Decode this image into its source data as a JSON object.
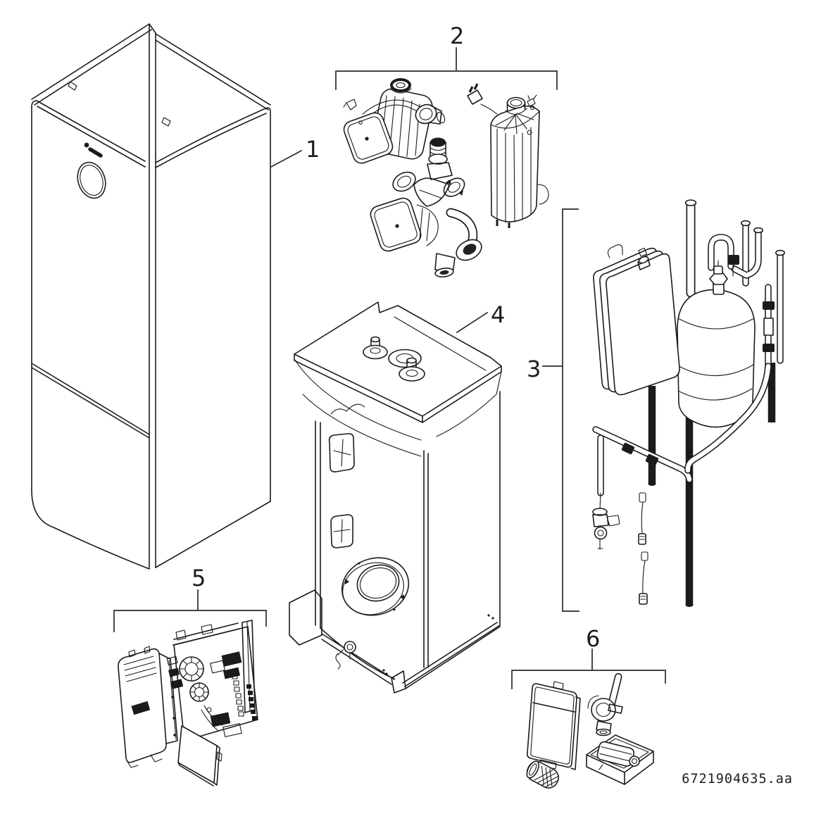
{
  "figure": {
    "type": "exploded-parts-diagram",
    "background_color": "#ffffff",
    "line_color": "#1b1b1b",
    "annotation_color": "#2a2a2a",
    "part_labels": [
      {
        "id": "1"
      },
      {
        "id": "2"
      },
      {
        "id": "3"
      },
      {
        "id": "4"
      },
      {
        "id": "5"
      },
      {
        "id": "6"
      }
    ],
    "drawing_number": "6721904635.aa"
  }
}
